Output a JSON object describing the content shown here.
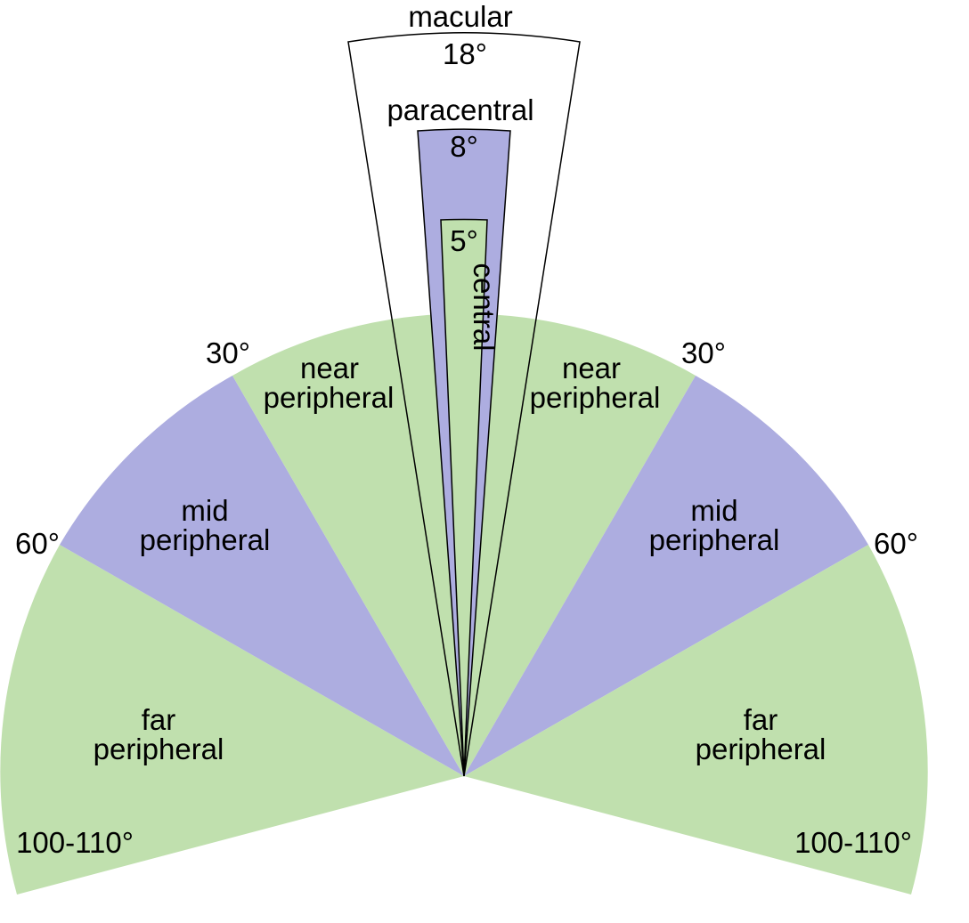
{
  "colors": {
    "green": "#c0e0ae",
    "purple": "#adade0",
    "white": "#ffffff",
    "outline": "#000000"
  },
  "zones": {
    "macular": {
      "name": "macular",
      "angle": "18°"
    },
    "paracentral": {
      "name": "paracentral",
      "angle": "8°"
    },
    "central": {
      "name": "central",
      "angle": "5°"
    },
    "near_left": {
      "line1": "near",
      "line2": "peripheral"
    },
    "near_right": {
      "line1": "near",
      "line2": "peripheral"
    },
    "mid_left": {
      "line1": "mid",
      "line2": "peripheral"
    },
    "mid_right": {
      "line1": "mid",
      "line2": "peripheral"
    },
    "far_left": {
      "line1": "far",
      "line2": "peripheral"
    },
    "far_right": {
      "line1": "far",
      "line2": "peripheral"
    }
  },
  "boundaries": {
    "near_left": "30°",
    "near_right": "30°",
    "mid_left": "60°",
    "mid_right": "60°",
    "far_left": "100-110°",
    "far_right": "100-110°"
  }
}
